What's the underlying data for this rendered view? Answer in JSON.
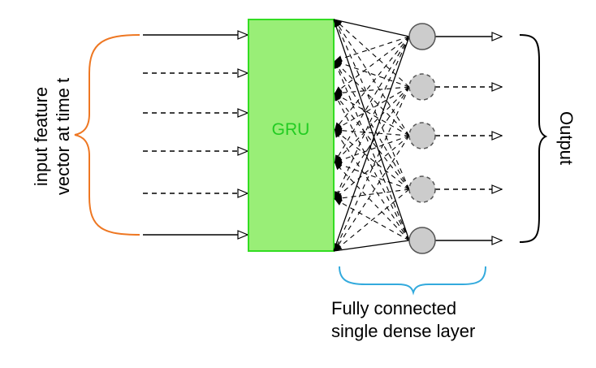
{
  "block": {
    "label": "GRU",
    "fill": "#99ee77",
    "border": "#33dd22",
    "label_color": "#22cc22"
  },
  "inputs": {
    "label_line1": "input feature",
    "label_line2": "vector at time t",
    "brace_color": "#ee7722"
  },
  "dense": {
    "label_line1": "Fully connected",
    "label_line2": "single dense layer",
    "brace_color": "#33aadd"
  },
  "output": {
    "label": "Output"
  },
  "node_fill": "#cccccc"
}
